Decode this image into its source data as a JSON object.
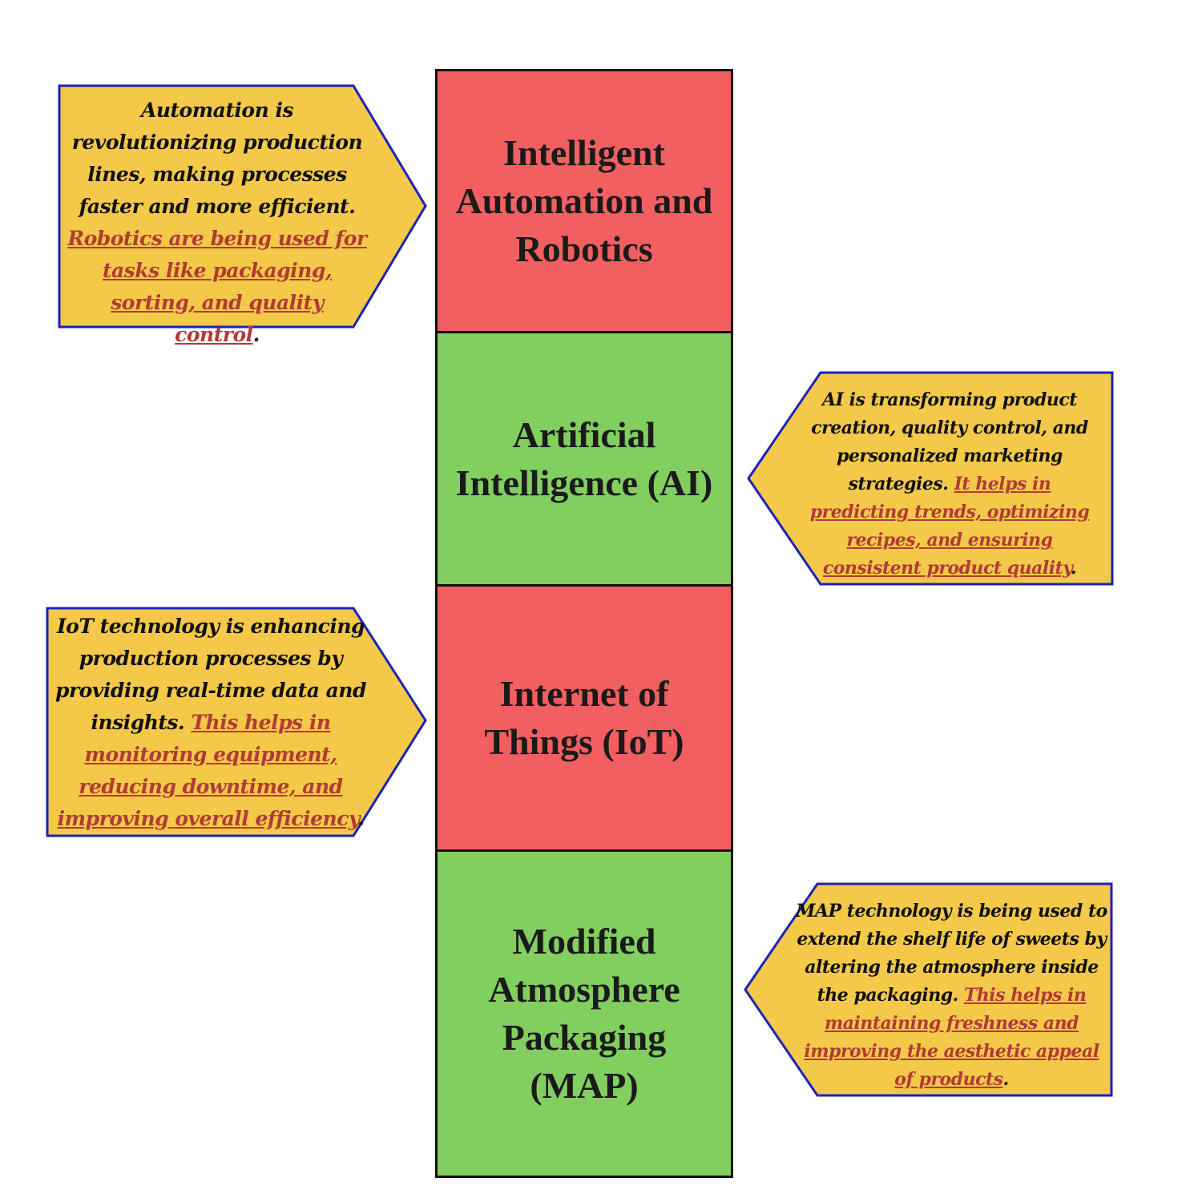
{
  "colors": {
    "red_block": "#f25f60",
    "green_block": "#82cf5f",
    "callout_fill": "#f4c949",
    "callout_border": "#1a23b8",
    "highlight_text": "#b23a36"
  },
  "blocks": [
    {
      "title": "Intelligent Automation and Robotics",
      "color": "red"
    },
    {
      "title": "Artificial Intelligence (AI)",
      "color": "green"
    },
    {
      "title": "Internet of Things (IoT)",
      "color": "red"
    },
    {
      "title": "Modified Atmosphere Packaging (MAP)",
      "color": "green"
    }
  ],
  "callouts": [
    {
      "side": "left",
      "text": "Automation is revolutionizing production lines, making processes faster and more efficient.",
      "highlight": "Robotics are being used for tasks like packaging, sorting, and quality control",
      "end": "."
    },
    {
      "side": "right",
      "text": "AI is transforming product creation, quality control, and personalized marketing strategies.",
      "highlight": "It helps in predicting trends, optimizing recipes, and ensuring consistent product quality",
      "end": "."
    },
    {
      "side": "left",
      "text": "IoT technology is enhancing production processes by providing real-time data and insights.",
      "highlight": "This helps in monitoring equipment, reducing downtime, and improving overall efficiency",
      "end": "."
    },
    {
      "side": "right",
      "text": "MAP technology is being used to extend the shelf life of sweets by altering the atmosphere inside the packaging.",
      "highlight": "This helps in maintaining freshness and improving the aesthetic appeal of products",
      "end": "."
    }
  ]
}
